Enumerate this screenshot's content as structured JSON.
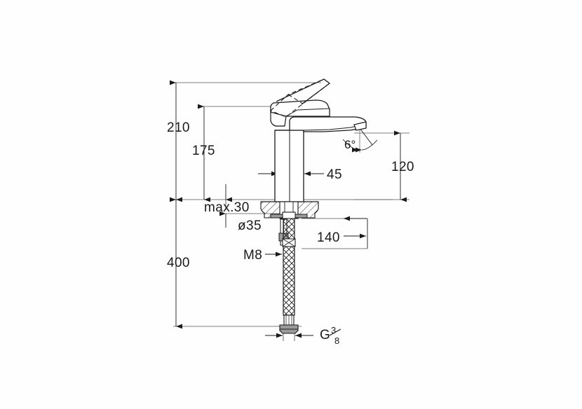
{
  "drawing": {
    "title": "Single-lever basin mixer tap — dimensioned side elevation",
    "units": "mm",
    "background_color": "#ffffff",
    "line_color": "#1a1a1a",
    "hatch_color": "#1a1a1a"
  },
  "dimensions": {
    "total_height_above_deck": "210",
    "handle_height": "175",
    "spout_height": "120",
    "body_width": "45",
    "max_deck_thickness": "max.30",
    "mounting_hole_diameter": "ø35",
    "hose_length": "400",
    "shank_length": "140",
    "stud_thread": "M8",
    "spout_angle": "6°",
    "connection_thread_letter": "G",
    "connection_thread_numerator": "3",
    "connection_thread_denominator": "8"
  },
  "labels": [
    {
      "id": "dim-210",
      "text": "210",
      "name": "dimension-210"
    },
    {
      "id": "dim-175",
      "text": "175",
      "name": "dimension-175"
    },
    {
      "id": "dim-120",
      "text": "120",
      "name": "dimension-120"
    },
    {
      "id": "dim-45",
      "text": "45",
      "name": "dimension-45"
    },
    {
      "id": "dim-max30",
      "text": "max.30",
      "name": "dimension-max-30"
    },
    {
      "id": "dim-d35",
      "text": "ø35",
      "name": "dimension-diameter-35"
    },
    {
      "id": "dim-140",
      "text": "140",
      "name": "dimension-140"
    },
    {
      "id": "dim-m8",
      "text": "M8",
      "name": "dimension-m8-thread"
    },
    {
      "id": "dim-400",
      "text": "400",
      "name": "dimension-400"
    },
    {
      "id": "dim-angle",
      "text": "6°",
      "name": "dimension-angle-6-degrees"
    },
    {
      "id": "dim-g38",
      "text": "G3/8",
      "name": "dimension-g38-thread"
    }
  ]
}
